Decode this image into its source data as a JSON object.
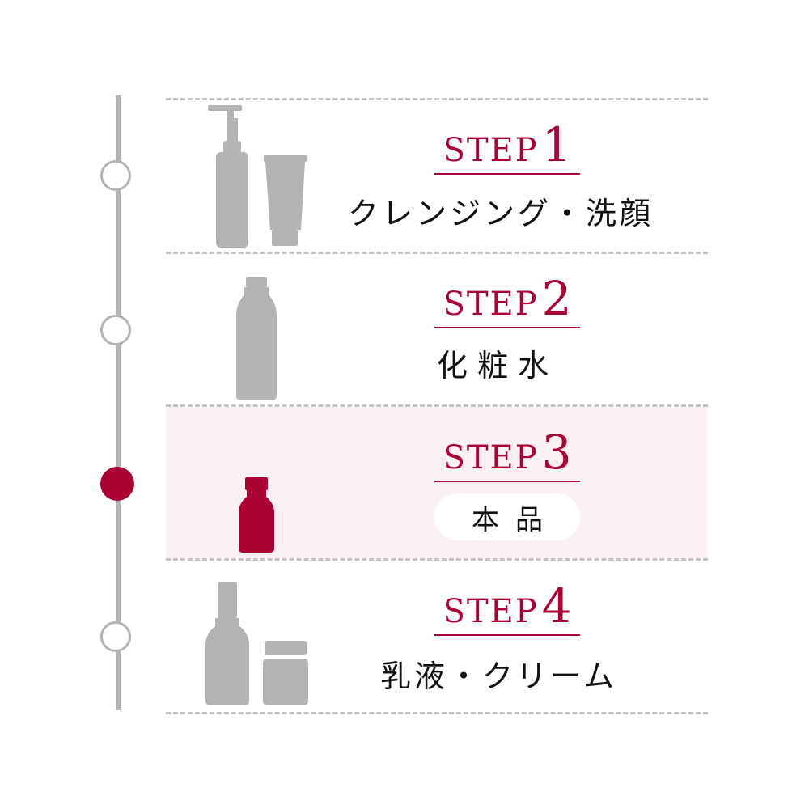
{
  "steps": [
    {
      "word": "STEP",
      "number": "1",
      "label": "クレンジング・洗顔",
      "active": false
    },
    {
      "word": "STEP",
      "number": "2",
      "label": "化 粧 水",
      "active": false
    },
    {
      "word": "STEP",
      "number": "3",
      "label": "本品",
      "active": true
    },
    {
      "word": "STEP",
      "number": "4",
      "label": "乳液・クリーム",
      "active": false
    }
  ],
  "colors": {
    "accent": "#ab0032",
    "inactive_icon": "#b3b3b3",
    "timeline": "#b3b3b3",
    "highlight_bg": "#fbf0f3",
    "divider": "#c4c4c4"
  },
  "icons": {
    "step1": [
      "pump-bottle-icon",
      "tube-icon"
    ],
    "step2": [
      "toner-bottle-icon"
    ],
    "step3": [
      "serum-bottle-icon"
    ],
    "step4": [
      "lotion-bottle-icon",
      "cream-jar-icon"
    ]
  }
}
